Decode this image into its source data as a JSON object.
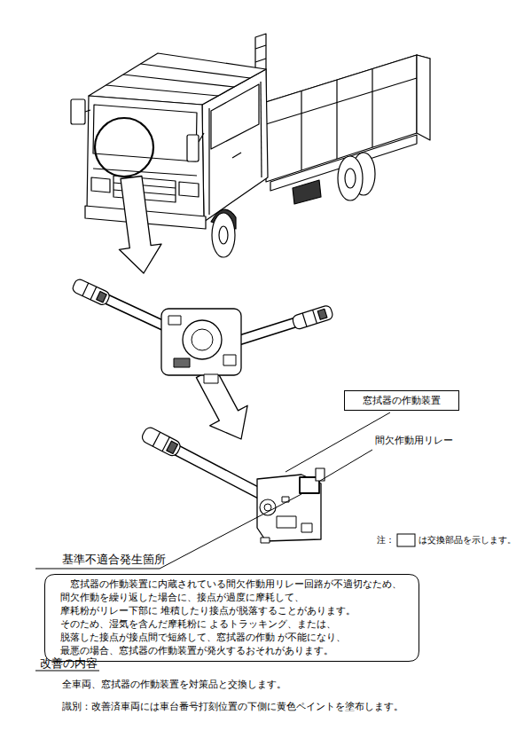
{
  "diagram": {
    "nodes": [
      {
        "text": [
          "窓拭器の作動装置"
        ]
      },
      {
        "text": [
          "基準不適合発生箇所",
          "窓拭器の作動装置に内蔵されている間欠作動用リレー回路が不適切なため、 間欠作動を繰り返した場合に、接点が過度に摩耗して、摩耗粉がリレー下部に 堆積したり接点が脱落することがあります。そのため、湿気を含んだ摩耗粉に よるトラッキング、または、脱落した接点が接点間で短絡して、窓拭器の作動 が不能になり、最悪の場合、窓拭器の作動装置が発火するおそれがあります。"
        ]
      }
    ],
    "labels": [
      "間欠作動用リレー",
      "注：",
      "は交換部品を示します。",
      "改善の内容",
      "全車両、窓拭器の作動装置を対策品と交換します。",
      "識別：改善済車両には車台番号打刻位置の下側に黄色ペイントを塗布します。"
    ]
  }
}
